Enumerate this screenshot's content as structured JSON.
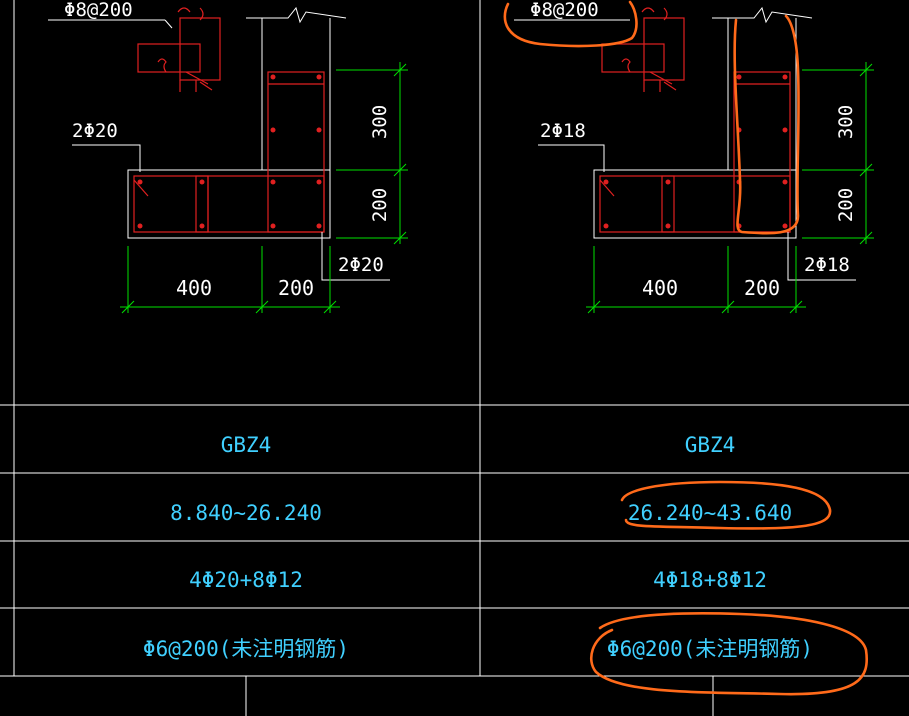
{
  "colors": {
    "background": "#000000",
    "table_line": "#ffffff",
    "dimension": "#00e000",
    "rebar": "#e02020",
    "text_white": "#ffffff",
    "text_cyan": "#40d0ff",
    "annotation": "#ff6a1a"
  },
  "left": {
    "stirrup_label": "Φ8@200",
    "corner_bars": "2Φ20",
    "end_bars": "2Φ20",
    "dim_vertical_top": "300",
    "dim_vertical_bottom": "200",
    "dim_horizontal_left": "400",
    "dim_horizontal_right": "200"
  },
  "right": {
    "stirrup_label": "Φ8@200",
    "corner_bars": "2Φ18",
    "end_bars": "2Φ18",
    "dim_vertical_top": "300",
    "dim_vertical_bottom": "200",
    "dim_horizontal_left": "400",
    "dim_horizontal_right": "200"
  },
  "table": {
    "rows": [
      {
        "left": "GBZ4",
        "right": "GBZ4"
      },
      {
        "left": "8.840~26.240",
        "right": "26.240~43.640"
      },
      {
        "left": "4Φ20+8Φ12",
        "right": "4Φ18+8Φ12"
      },
      {
        "left": "Φ6@200(未注明钢筋)",
        "right": "Φ6@200(未注明钢筋)"
      }
    ]
  }
}
